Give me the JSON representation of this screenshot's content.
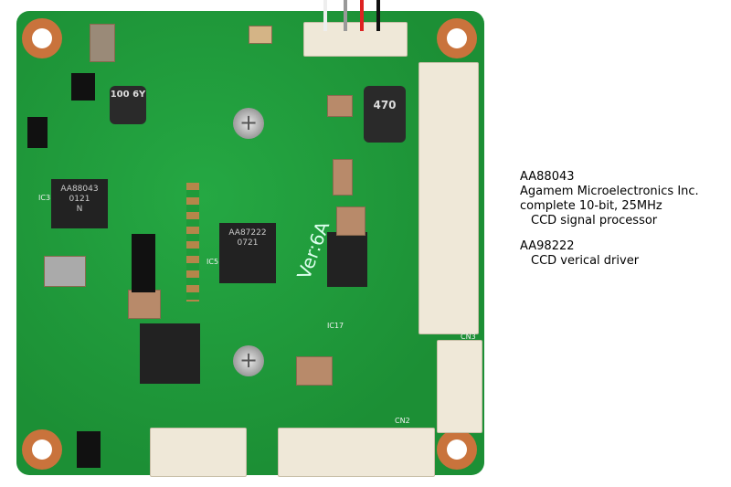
{
  "annotations": {
    "chip1_part": "AA88043",
    "chip1_maker": "Agamem Microelectronics Inc.",
    "chip1_spec": "complete 10-bit, 25MHz",
    "chip1_desc": "CCD signal processor",
    "chip2_part": "AA98222",
    "chip2_desc": "CCD verical driver"
  },
  "board": {
    "ic3_line1": "AA88043",
    "ic3_line2": "0121",
    "ic3_line3": "N",
    "ic5_line1": "AA87222",
    "ic5_line2": "0721",
    "inductor1": "100 6Y",
    "inductor2": "470",
    "version": "Ver:6A",
    "silk_ic3": "IC3",
    "silk_ic5": "IC5",
    "silk_cn3": "CN3",
    "silk_cn2": "CN2",
    "silk_ic17": "IC17"
  },
  "colors": {
    "board": "#1f9a3a",
    "copper": "#c9733c"
  }
}
